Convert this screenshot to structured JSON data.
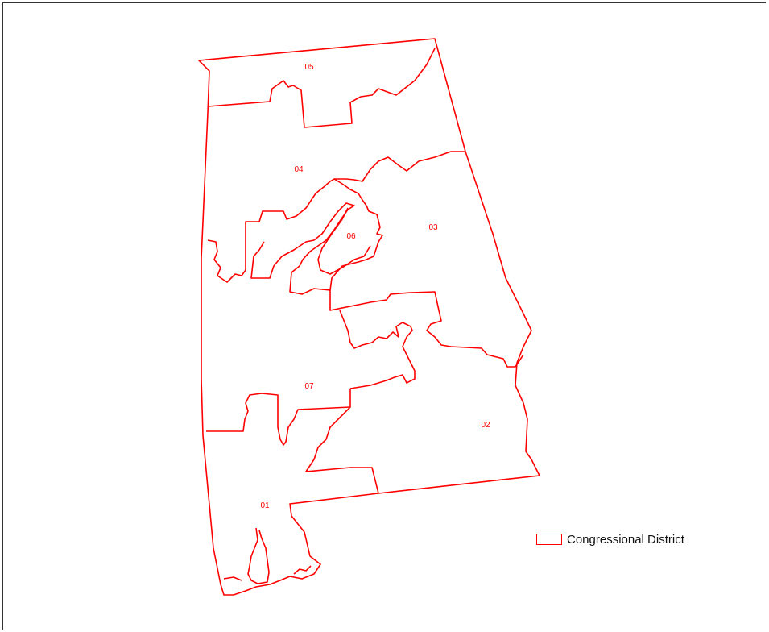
{
  "map": {
    "boundary_color": "#ff0000",
    "districts": [
      {
        "id": "d05",
        "label": "05"
      },
      {
        "id": "d04",
        "label": "04"
      },
      {
        "id": "d03",
        "label": "03"
      },
      {
        "id": "d06",
        "label": "06"
      },
      {
        "id": "d07",
        "label": "07"
      },
      {
        "id": "d02",
        "label": "02"
      },
      {
        "id": "d01",
        "label": "01"
      }
    ]
  },
  "legend": {
    "label": "Congressional District"
  }
}
